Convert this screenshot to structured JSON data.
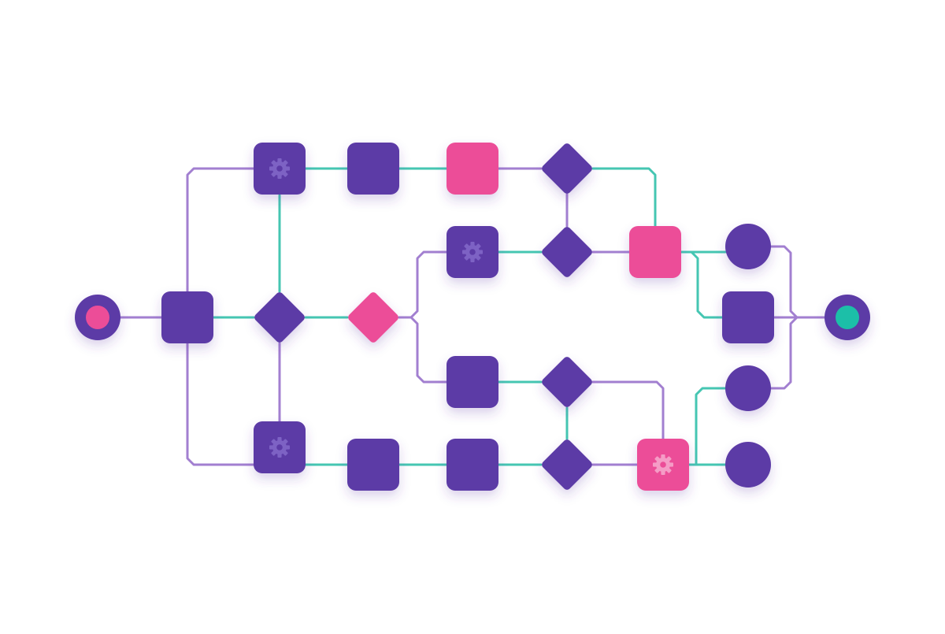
{
  "colors": {
    "purple": "#5b3aa6",
    "pink": "#ec4e98",
    "teal": "#1fbfa8",
    "edge_purple": "#a27fd0",
    "edge_teal": "#45c6b2",
    "gear_purple": "#7d62c4",
    "gear_pink": "#f59cc6",
    "background": "#ffffff"
  },
  "icons": {
    "gear": "gear-icon"
  },
  "nodes": [
    {
      "id": "start",
      "shape": "circle",
      "color": "purple",
      "inner": "pink"
    },
    {
      "id": "split",
      "shape": "square",
      "color": "purple"
    },
    {
      "id": "top-gear",
      "shape": "square",
      "color": "purple",
      "icon": "gear"
    },
    {
      "id": "top-task",
      "shape": "square",
      "color": "purple"
    },
    {
      "id": "top-pink",
      "shape": "square",
      "color": "pink"
    },
    {
      "id": "top-decision",
      "shape": "diamond",
      "color": "purple"
    },
    {
      "id": "mid-decision",
      "shape": "diamond",
      "color": "purple"
    },
    {
      "id": "pink-decision",
      "shape": "diamond",
      "color": "pink"
    },
    {
      "id": "upper-gear",
      "shape": "square",
      "color": "purple",
      "icon": "gear"
    },
    {
      "id": "upper-decision",
      "shape": "diamond",
      "color": "purple"
    },
    {
      "id": "merge-pink",
      "shape": "square",
      "color": "pink"
    },
    {
      "id": "lower-task",
      "shape": "square",
      "color": "purple"
    },
    {
      "id": "lower-decision",
      "shape": "diamond",
      "color": "purple"
    },
    {
      "id": "bottom-gear",
      "shape": "square",
      "color": "purple",
      "icon": "gear"
    },
    {
      "id": "bottom-task-1",
      "shape": "square",
      "color": "purple"
    },
    {
      "id": "bottom-task-2",
      "shape": "square",
      "color": "purple"
    },
    {
      "id": "bottom-decision",
      "shape": "diamond",
      "color": "purple"
    },
    {
      "id": "bottom-pink-gear",
      "shape": "square",
      "color": "pink",
      "icon": "gear"
    },
    {
      "id": "out-circle-1",
      "shape": "circle",
      "color": "purple"
    },
    {
      "id": "out-square",
      "shape": "square",
      "color": "purple"
    },
    {
      "id": "out-circle-2",
      "shape": "circle",
      "color": "purple"
    },
    {
      "id": "out-circle-3",
      "shape": "circle",
      "color": "purple"
    },
    {
      "id": "end",
      "shape": "circle",
      "color": "purple",
      "inner": "teal"
    }
  ],
  "edges": [
    {
      "from": "start",
      "to": "split",
      "color": "edge_purple"
    },
    {
      "from": "split",
      "to": "top-gear",
      "color": "edge_purple"
    },
    {
      "from": "split",
      "to": "bottom-gear",
      "color": "edge_purple"
    },
    {
      "from": "split",
      "to": "mid-decision",
      "color": "edge_teal"
    },
    {
      "from": "top-gear",
      "to": "mid-decision",
      "color": "edge_teal"
    },
    {
      "from": "mid-decision",
      "to": "bottom-gear",
      "color": "edge_purple"
    },
    {
      "from": "mid-decision",
      "to": "pink-decision",
      "color": "edge_teal"
    },
    {
      "from": "top-gear",
      "to": "top-task",
      "color": "edge_teal"
    },
    {
      "from": "top-task",
      "to": "top-pink",
      "color": "edge_teal"
    },
    {
      "from": "top-pink",
      "to": "top-decision",
      "color": "edge_purple"
    },
    {
      "from": "top-decision",
      "to": "merge-pink",
      "color": "edge_teal"
    },
    {
      "from": "top-decision",
      "to": "upper-decision",
      "color": "edge_purple"
    },
    {
      "from": "pink-decision",
      "to": "upper-gear",
      "color": "edge_purple"
    },
    {
      "from": "pink-decision",
      "to": "lower-task",
      "color": "edge_purple"
    },
    {
      "from": "upper-gear",
      "to": "upper-decision",
      "color": "edge_teal"
    },
    {
      "from": "upper-decision",
      "to": "merge-pink",
      "color": "edge_purple"
    },
    {
      "from": "merge-pink",
      "to": "out-circle-1",
      "color": "edge_teal"
    },
    {
      "from": "merge-pink",
      "to": "out-square",
      "color": "edge_teal"
    },
    {
      "from": "lower-task",
      "to": "lower-decision",
      "color": "edge_teal"
    },
    {
      "from": "lower-decision",
      "to": "bottom-pink-gear",
      "color": "edge_purple"
    },
    {
      "from": "lower-decision",
      "to": "bottom-decision",
      "color": "edge_teal"
    },
    {
      "from": "bottom-gear",
      "to": "bottom-task-1",
      "color": "edge_teal"
    },
    {
      "from": "bottom-task-1",
      "to": "bottom-task-2",
      "color": "edge_teal"
    },
    {
      "from": "bottom-task-2",
      "to": "bottom-decision",
      "color": "edge_teal"
    },
    {
      "from": "bottom-decision",
      "to": "bottom-pink-gear",
      "color": "edge_purple"
    },
    {
      "from": "bottom-pink-gear",
      "to": "out-circle-2",
      "color": "edge_teal"
    },
    {
      "from": "bottom-pink-gear",
      "to": "out-circle-3",
      "color": "edge_teal"
    },
    {
      "from": "out-circle-1",
      "to": "end",
      "color": "edge_purple"
    },
    {
      "from": "out-square",
      "to": "end",
      "color": "edge_purple"
    },
    {
      "from": "out-circle-2",
      "to": "end",
      "color": "edge_purple"
    }
  ]
}
